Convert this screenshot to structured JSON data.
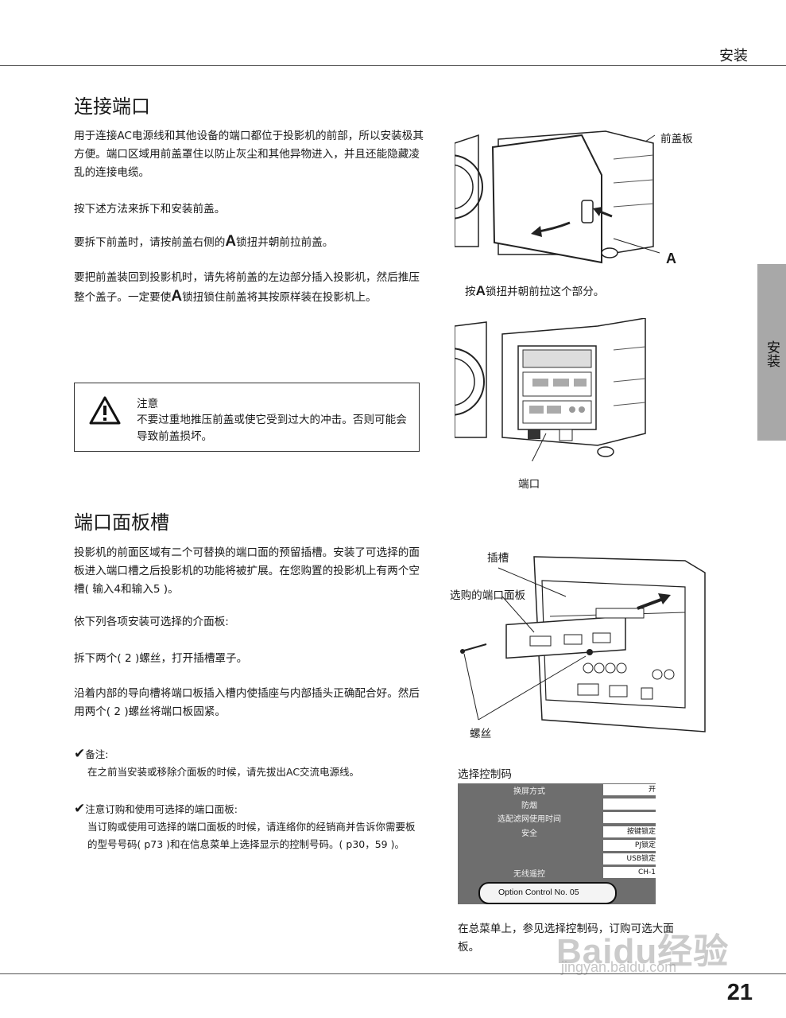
{
  "header": {
    "section": "安装"
  },
  "side_tab": {
    "label": "安装"
  },
  "section1": {
    "title": "连接端口",
    "p1": "用于连接AC电源线和其他设备的端口都位于投影机的前部，所以安装极其方便。端口区域用前盖罩住以防止灰尘和其他异物进入，并且还能隐藏凌乱的连接电缆。",
    "p2": "按下述方法来拆下和安装前盖。",
    "p3_pre": "要拆下前盖时，请按前盖右侧的",
    "p3_a": "A",
    "p3_post": "锁扭并朝前拉前盖。",
    "p4_pre": "要把前盖装回到投影机时，请先将前盖的左边部分插入投影机，然后推压整个盖子。一定要使",
    "p4_a": "A",
    "p4_post": "锁扭锁住前盖将其按原样装在投影机上。"
  },
  "caution": {
    "title": "注意",
    "text": "不要过重地推压前盖或使它受到过大的冲击。否则可能会导致前盖损坏。",
    "icon": "warning-triangle-icon"
  },
  "figure1": {
    "label_cover": "前盖板",
    "label_a": "A",
    "caption_pre": "按",
    "caption_a": "A",
    "caption_post": "锁扭并朝前拉这个部分。"
  },
  "figure2": {
    "label_port": "端口"
  },
  "section2": {
    "title": "端口面板槽",
    "p1": "投影机的前面区域有二个可替换的端口面的预留插槽。安装了可选择的面板进入端口槽之后投影机的功能将被扩展。在您购置的投影机上有两个空槽( 输入4和输入5 )。",
    "p2": "依下列各项安装可选择的介面板:",
    "p3": "拆下两个( 2 )螺丝，打开插槽罩子。",
    "p4": "沿着内部的导向槽将端口板插入槽内使插座与内部插头正确配合好。然后用两个( 2 )螺丝将端口板固紧。"
  },
  "notes": [
    {
      "title": "备注:",
      "text": "在之前当安装或移除介面板的时候，请先拔出AC交流电源线。"
    },
    {
      "title": "注意订购和使用可选择的端口面板:",
      "text": "当订购或使用可选择的端口面板的时候，请连络你的经销商并告诉你需要板的型号号码( p73 )和在信息菜单上选择显示的控制号码。( p30，59 )。"
    }
  ],
  "figure3": {
    "label_slot": "插槽",
    "label_panel": "选购的端口面板",
    "label_screw": "螺丝"
  },
  "menu_figure": {
    "caption_top": "选择控制码",
    "rows": [
      {
        "label": "换屏方式",
        "value": "开"
      },
      {
        "label": "防烟",
        "value": ""
      },
      {
        "label": "选配滤网使用时间",
        "value": ""
      },
      {
        "label": "安全",
        "value": "按键锁定"
      },
      {
        "label": "",
        "value": "PJ锁定"
      },
      {
        "label": "",
        "value": "USB锁定"
      },
      {
        "label": "无线遥控",
        "value": "CH-1"
      }
    ],
    "option_control": "Option Control No. 05",
    "caption_bottom": "在总菜单上，参见选择控制码，订购可选大面板。"
  },
  "watermark": {
    "text": "Baidu经验",
    "url_text": "jingyan.baidu.com"
  },
  "footer": {
    "page_number": "21"
  },
  "colors": {
    "side_tab": "#a8a8a8",
    "menu_bg": "#6e6e6e"
  }
}
